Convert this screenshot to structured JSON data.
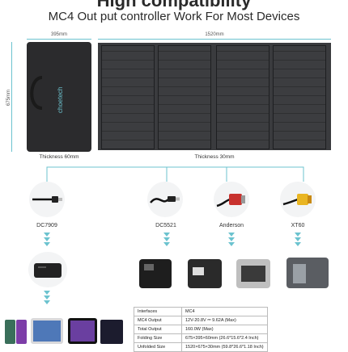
{
  "header": {
    "title": "High compatibility",
    "subtitle": "MC4 Out put controller Work For Most Devices"
  },
  "dimensions": {
    "folded_width": "395mm",
    "panel_width": "1520mm",
    "height": "675mm",
    "thickness_folded": "Thickness 60mm",
    "thickness_panel": "Thickness 30mm"
  },
  "brand": {
    "logo": "choetech"
  },
  "connectors": [
    {
      "name": "DC7909",
      "icon": "dc-plug-icon"
    },
    {
      "name": "DC5521",
      "icon": "dc-barrel-icon"
    },
    {
      "name": "Anderson",
      "icon": "anderson-plug-icon"
    },
    {
      "name": "XT60",
      "icon": "xt60-plug-icon"
    }
  ],
  "specs": [
    {
      "k": "Interfaces",
      "v": "MC4"
    },
    {
      "k": "MC4 Output",
      "v": "12V-20.8V ⎓ 9.62A (Max)"
    },
    {
      "k": "Total Output",
      "v": "160.0W (Max)"
    },
    {
      "k": "Folding Size",
      "v": "675×395×60mm (26.6*15.6*2.4 Inch)"
    },
    {
      "k": "Unfolded Size",
      "v": "1520×675×30mm (59.8*26.6*1.18 Inch)"
    }
  ],
  "colors": {
    "accent": "#6cc3cf",
    "panel": "#2e2f31"
  }
}
